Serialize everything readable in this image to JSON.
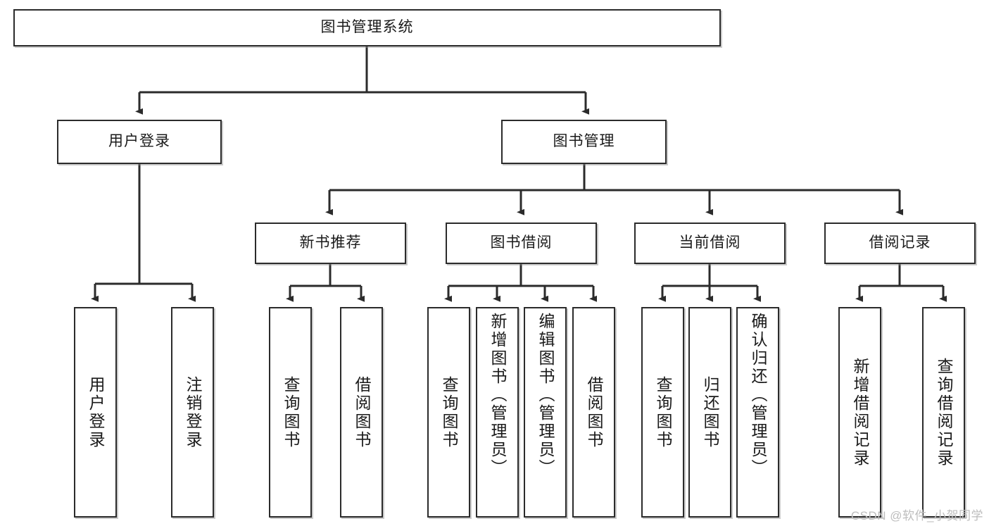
{
  "diagram": {
    "type": "tree-hierarchy",
    "title": "图书管理系统",
    "watermark": "CSDN @软件_小贺同学",
    "colors": {
      "stroke": "#2b2b2b",
      "fill": "#ffffff",
      "text": "#1a1a1a",
      "watermark": "#bdbdbd"
    },
    "levels": {
      "root": {
        "label": "图书管理系统",
        "orientation": "horizontal"
      },
      "level2": [
        {
          "id": "user-login",
          "label": "用户登录",
          "orientation": "horizontal"
        },
        {
          "id": "book-manage",
          "label": "图书管理",
          "orientation": "horizontal"
        }
      ],
      "level3": [
        {
          "id": "new-book-rec",
          "label": "新书推荐",
          "orientation": "horizontal",
          "parent": "book-manage"
        },
        {
          "id": "book-borrow",
          "label": "图书借阅",
          "orientation": "horizontal",
          "parent": "book-manage"
        },
        {
          "id": "current-borrow",
          "label": "当前借阅",
          "orientation": "horizontal",
          "parent": "book-manage"
        },
        {
          "id": "borrow-record",
          "label": "借阅记录",
          "orientation": "horizontal",
          "parent": "book-manage"
        }
      ],
      "leaves": [
        {
          "id": "leaf-user-login",
          "label": "用户登录",
          "orientation": "vertical",
          "parent": "user-login"
        },
        {
          "id": "leaf-logout",
          "label": "注销登录",
          "orientation": "vertical",
          "parent": "user-login"
        },
        {
          "id": "leaf-query-book-1",
          "label": "查询图书",
          "orientation": "vertical",
          "parent": "new-book-rec"
        },
        {
          "id": "leaf-borrow-book-1",
          "label": "借阅图书",
          "orientation": "vertical",
          "parent": "new-book-rec"
        },
        {
          "id": "leaf-query-book-2",
          "label": "查询图书",
          "orientation": "vertical",
          "parent": "book-borrow"
        },
        {
          "id": "leaf-add-book",
          "label": "新增图书（管理员）",
          "orientation": "vertical",
          "parent": "book-borrow"
        },
        {
          "id": "leaf-edit-book",
          "label": "编辑图书（管理员）",
          "orientation": "vertical",
          "parent": "book-borrow"
        },
        {
          "id": "leaf-borrow-book-2",
          "label": "借阅图书",
          "orientation": "vertical",
          "parent": "book-borrow"
        },
        {
          "id": "leaf-query-book-3",
          "label": "查询图书",
          "orientation": "vertical",
          "parent": "current-borrow"
        },
        {
          "id": "leaf-return-book",
          "label": "归还图书",
          "orientation": "vertical",
          "parent": "current-borrow"
        },
        {
          "id": "leaf-confirm-return",
          "label": "确认归还（管理员）",
          "orientation": "vertical",
          "parent": "current-borrow"
        },
        {
          "id": "leaf-add-record",
          "label": "新增借阅记录",
          "orientation": "vertical",
          "parent": "borrow-record"
        },
        {
          "id": "leaf-query-record",
          "label": "查询借阅记录",
          "orientation": "vertical",
          "parent": "borrow-record"
        }
      ]
    }
  }
}
